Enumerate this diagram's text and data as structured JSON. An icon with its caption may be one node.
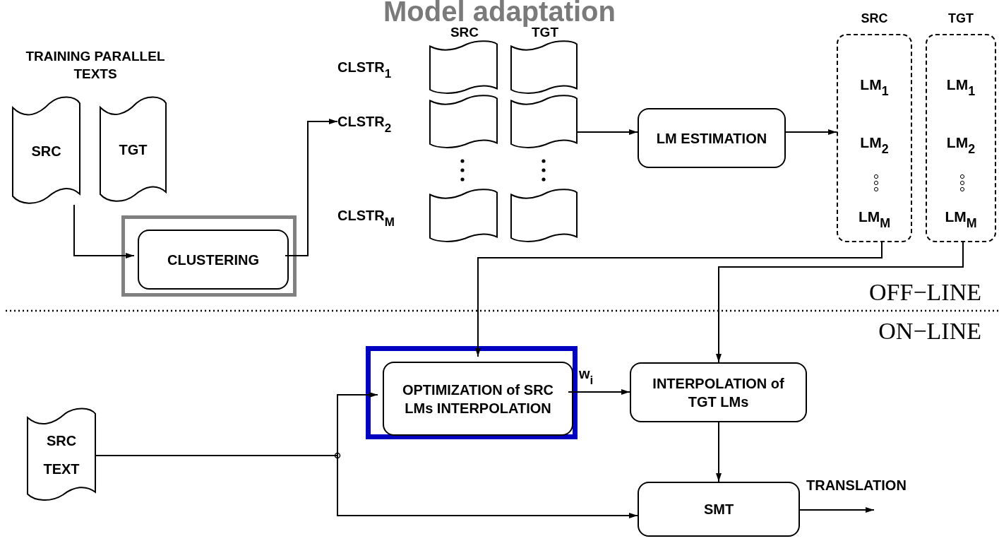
{
  "diagram": {
    "title": "Model adaptation",
    "nodes": [
      {
        "text": [
          "SRC"
        ]
      },
      {
        "text": [
          "TGT"
        ]
      },
      {
        "text": [],
        "shape": "box"
      },
      {
        "text": [
          "CLUSTERING"
        ],
        "in": 2
      },
      {
        "text": [],
        "shape": "document",
        "beside": [
          "CLSTR$_{1}$"
        ]
      },
      {
        "text": [],
        "shape": "document"
      },
      {
        "text": [],
        "shape": "document",
        "beside": [
          "CLSTR$_{2}$"
        ]
      },
      {
        "text": [],
        "shape": "document"
      },
      {
        "text": [],
        "shape": "document",
        "beside": [
          "CLSTR$_{M}$"
        ]
      },
      {
        "text": [],
        "shape": "document"
      },
      {
        "text": [
          "LM ESTIMATION"
        ]
      },
      {
        "text": [
          "SRC",
          "LM$_{1}$",
          "LM$_{2}$",
          "LM$_{M}$"
        ]
      },
      {
        "text": [
          "TGT",
          "LM$_{1}$",
          "LM$_{2}$",
          "LM$_{M}$"
        ]
      },
      {
        "text": [],
        "shape": "box"
      },
      {
        "text": [
          "OPTIMIZATION of SRC LMs INTERPOLATION"
        ],
        "in": 13
      },
      {
        "text": [
          "INTERPOLATION of TGT LMs"
        ]
      },
      {
        "text": [
          "SRC TEXT"
        ]
      },
      {
        "text": [
          "SMT"
        ]
      }
    ],
    "edges": [
      {
        "from": 0,
        "to": 3,
        "arrow": "to"
      },
      {
        "from": 3,
        "to": 6,
        "arrow": "to"
      },
      {
        "from": 7,
        "to": 10,
        "arrow": "to"
      },
      {
        "from": 10,
        "to": 11,
        "arrow": "to"
      },
      {
        "from": 11,
        "to": 14,
        "arrow": "to"
      },
      {
        "from": 12,
        "to": 15,
        "arrow": "to"
      },
      {
        "from": 14,
        "to": 15,
        "arrow": "to",
        "label": "w$_{i}$"
      },
      {
        "from": 16,
        "to": 14,
        "arrow": "to"
      },
      {
        "from": 16,
        "to": 17,
        "arrow": "to"
      },
      {
        "from": 15,
        "to": 17,
        "arrow": "to"
      },
      {
        "from": 17,
        "to": null,
        "arrow": "to",
        "label": "TRANSLATION"
      }
    ],
    "labels": [
      "TRAINING PARALLEL TEXTS",
      "SRC",
      "TGT",
      "OFF−LINE",
      "ON−LINE"
    ]
  }
}
